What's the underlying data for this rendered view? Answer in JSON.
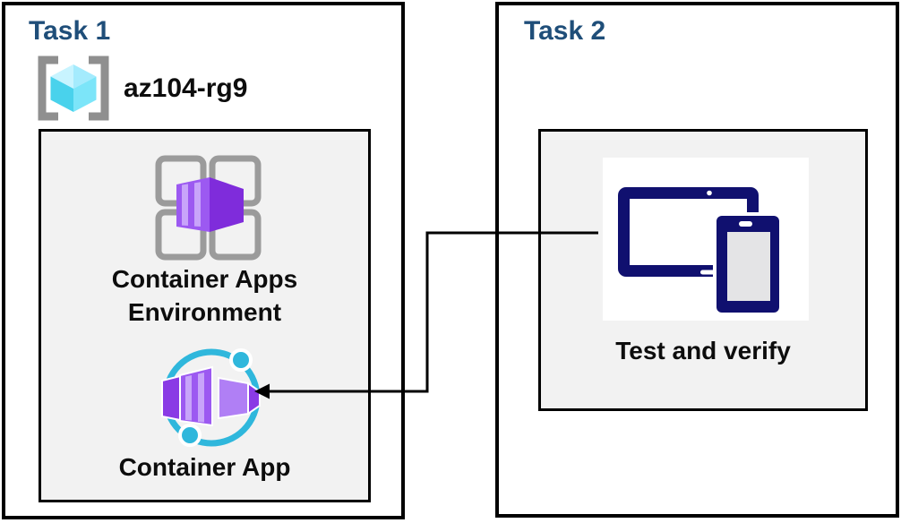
{
  "task1": {
    "title": "Task 1",
    "resource_group": "az104-rg9",
    "environment_label": "Container Apps Environment",
    "app_label": "Container App"
  },
  "task2": {
    "title": "Task 2",
    "verify_label": "Test and verify"
  },
  "icons": {
    "resource_group": "resource-group-icon (gray brackets with cyan cube)",
    "environment": "container-apps-environment-icon (purple box over four gray squares)",
    "app": "container-app-icon (purple containers inside cyan orbit circle)",
    "devices": "devices-icon (navy tablet and phone)",
    "connector": "arrow-connector (elbow line from devices to container app)"
  },
  "colors": {
    "title_blue": "#1F4E79",
    "text_black": "#0d0d0d",
    "box_border": "#000000",
    "panel_gray": "#F2F2F2",
    "bracket_gray": "#8F8F8F",
    "square_gray": "#9B9B9B",
    "cube_cyan_light": "#C8F4FF",
    "cube_cyan_top": "#A4EBFD",
    "cube_cyan_left": "#49D2EC",
    "cube_cyan_right": "#7CE5F9",
    "purple_front": "#9C59F1",
    "purple_dark": "#7F2CDB",
    "purple_stripe": "#C8A4FA",
    "purple_mid": "#B07FF5",
    "orbit_cyan": "#2FB7DC",
    "device_navy": "#10106F",
    "phone_screen_gray": "#E4E4E6"
  }
}
